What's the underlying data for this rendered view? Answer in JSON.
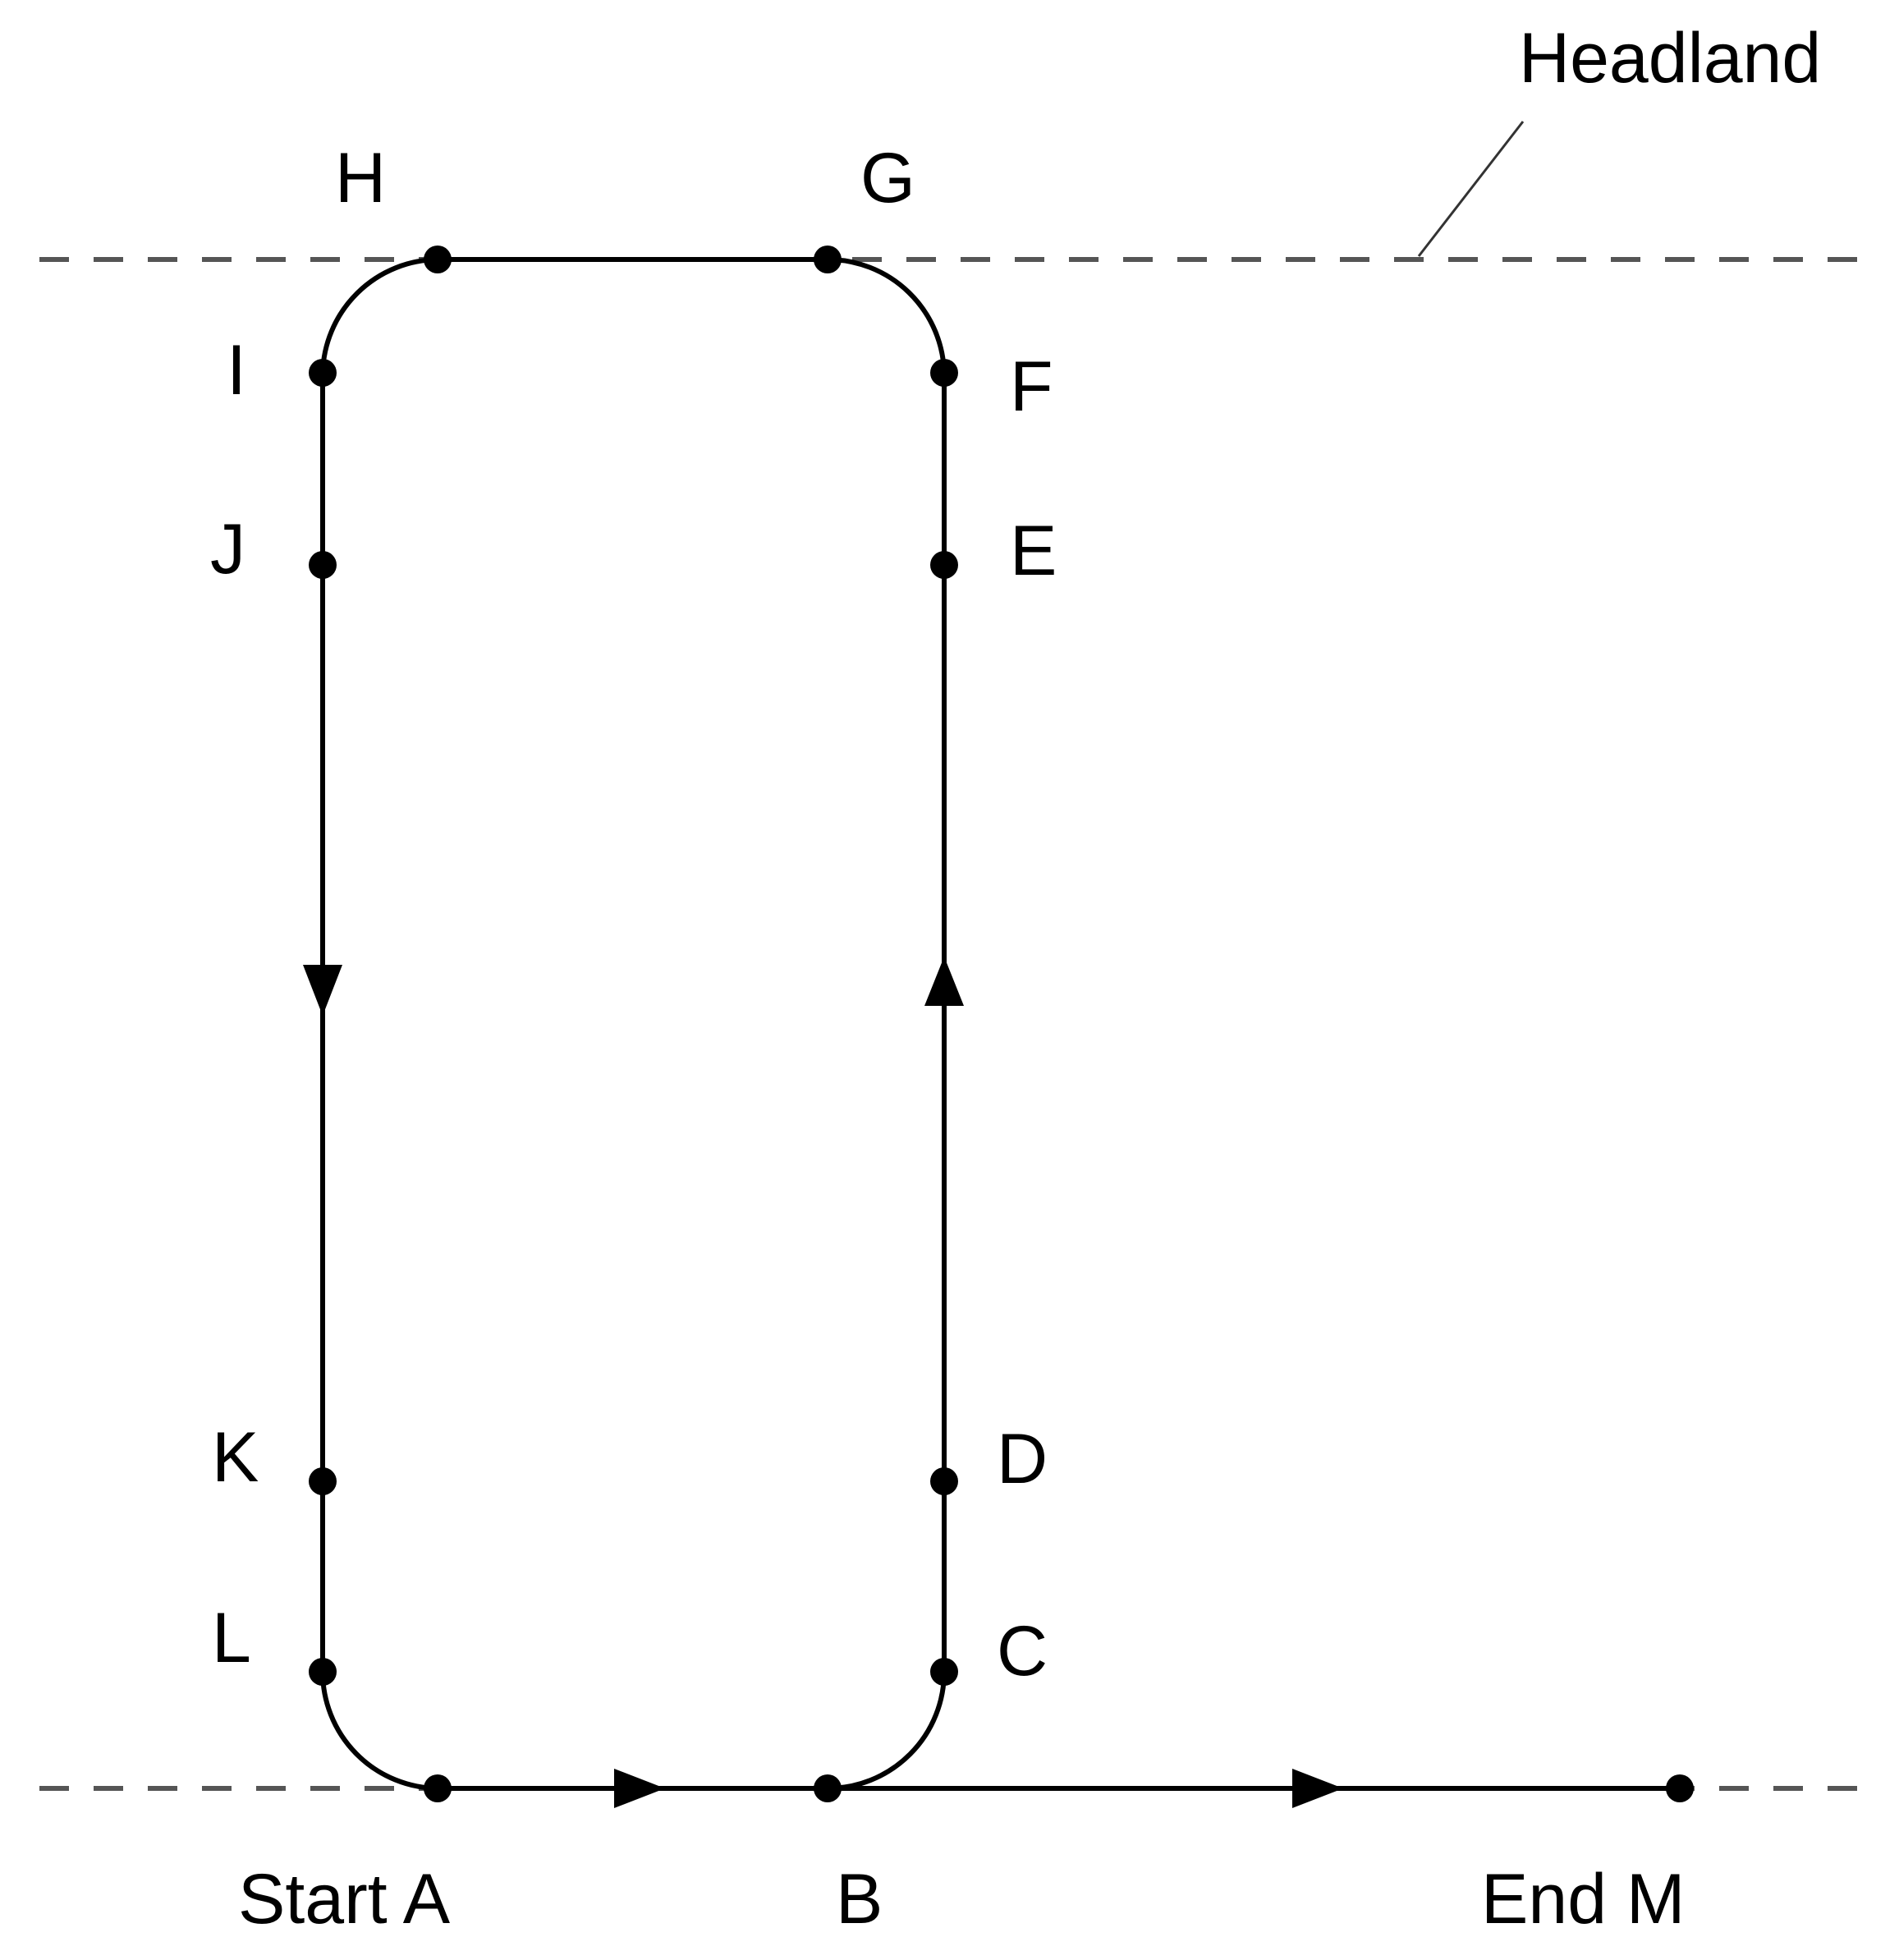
{
  "diagram": {
    "headland_label": "Headland",
    "points": {
      "A": "Start A",
      "B": "B",
      "C": "C",
      "D": "D",
      "E": "E",
      "F": "F",
      "G": "G",
      "H": "H",
      "I": "I",
      "J": "J",
      "K": "K",
      "L": "L",
      "M": "End M"
    }
  }
}
